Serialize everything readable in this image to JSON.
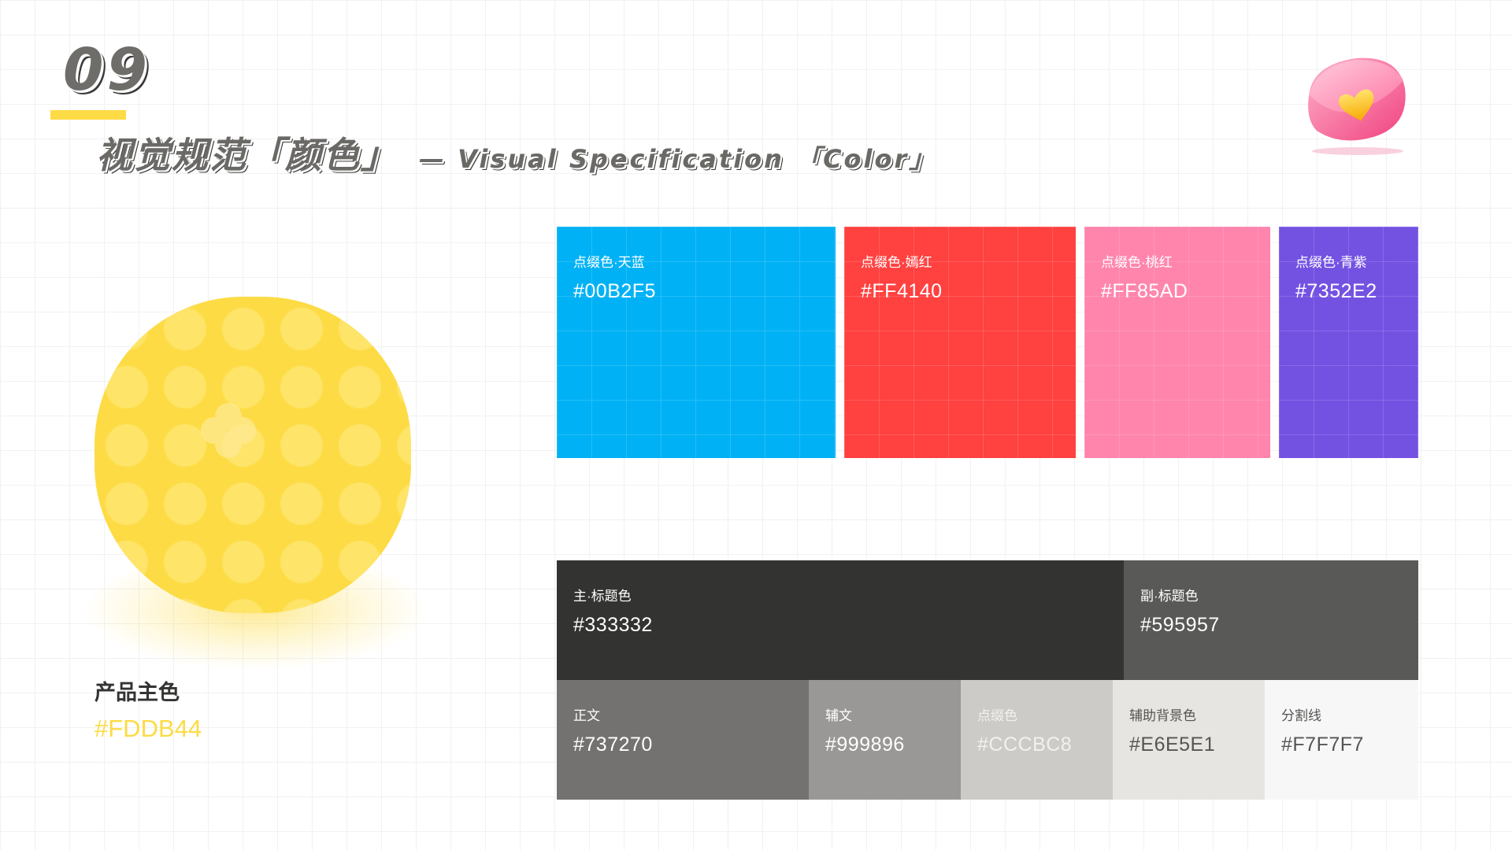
{
  "header": {
    "page_number": "09",
    "title_cn": "视觉规范「颜色」",
    "title_en": "— Visual Specification 「Color」"
  },
  "primary": {
    "name": "产品主色",
    "hex": "#FDDB44",
    "color": "#FDDB44"
  },
  "accent_colors": [
    {
      "name": "点缀色·天蓝",
      "hex": "#00B2F5",
      "color": "#00B2F5"
    },
    {
      "name": "点缀色·嫣红",
      "hex": "#FF4140",
      "color": "#FF4140"
    },
    {
      "name": "点缀色·桃红",
      "hex": "#FF85AD",
      "color": "#FF85AD"
    },
    {
      "name": "点缀色·青紫",
      "hex": "#7352E2",
      "color": "#7352E2"
    }
  ],
  "title_colors": [
    {
      "name": "主·标题色",
      "hex": "#333332",
      "color": "#333332"
    },
    {
      "name": "副·标题色",
      "hex": "#595957",
      "color": "#595957"
    }
  ],
  "text_colors": [
    {
      "name": "正文",
      "hex": "#737270",
      "color": "#737270"
    },
    {
      "name": "辅文",
      "hex": "#999896",
      "color": "#999896"
    },
    {
      "name": "点缀色",
      "hex": "#CCCBC8",
      "color": "#CCCBC8"
    },
    {
      "name": "辅助背景色",
      "hex": "#E6E5E1",
      "color": "#E6E5E1"
    },
    {
      "name": "分割线",
      "hex": "#F7F7F7",
      "color": "#F7F7F7"
    }
  ],
  "icons": {
    "envelope": "heart-envelope-icon",
    "pattern": "clover-pattern-icon"
  }
}
